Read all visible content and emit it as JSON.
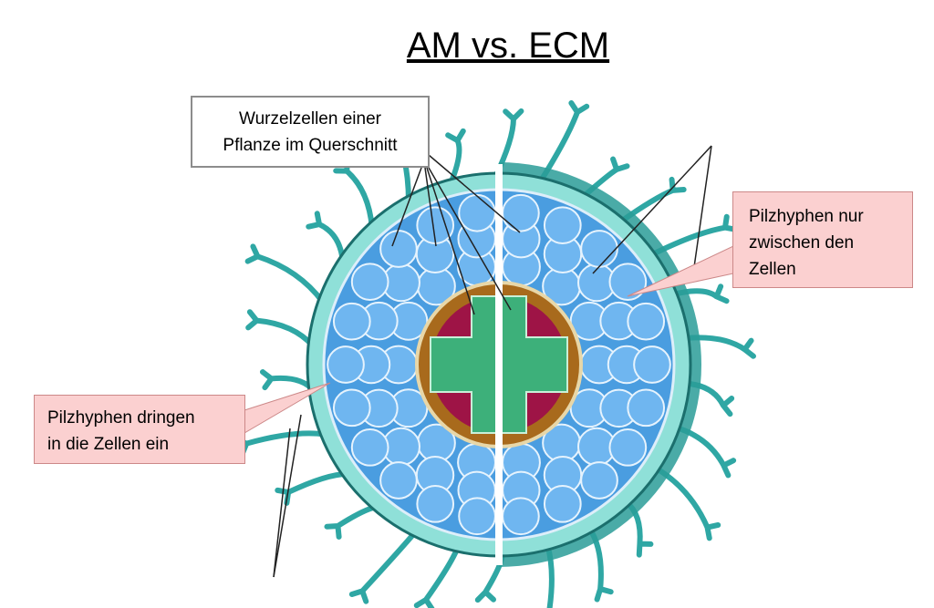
{
  "title": "AM vs. ECM",
  "labels": {
    "root_cells_line1": "Wurzelzellen einer",
    "root_cells_line2": "Pflanze im Querschnitt",
    "ecm_line1": "Pilzhyphen nur",
    "ecm_line2": "zwischen den",
    "ecm_line3": "Zellen",
    "am_line1": "Pilzhyphen dringen",
    "am_line2": "in die Zellen ein"
  },
  "colors": {
    "hyphae": "#2fa7a4",
    "cortex": "#6fb6f0",
    "stele_ring": "#a86a1c",
    "phloem": "#9e1446",
    "xylem": "#3db07a",
    "callout": "#fbd0d0"
  }
}
